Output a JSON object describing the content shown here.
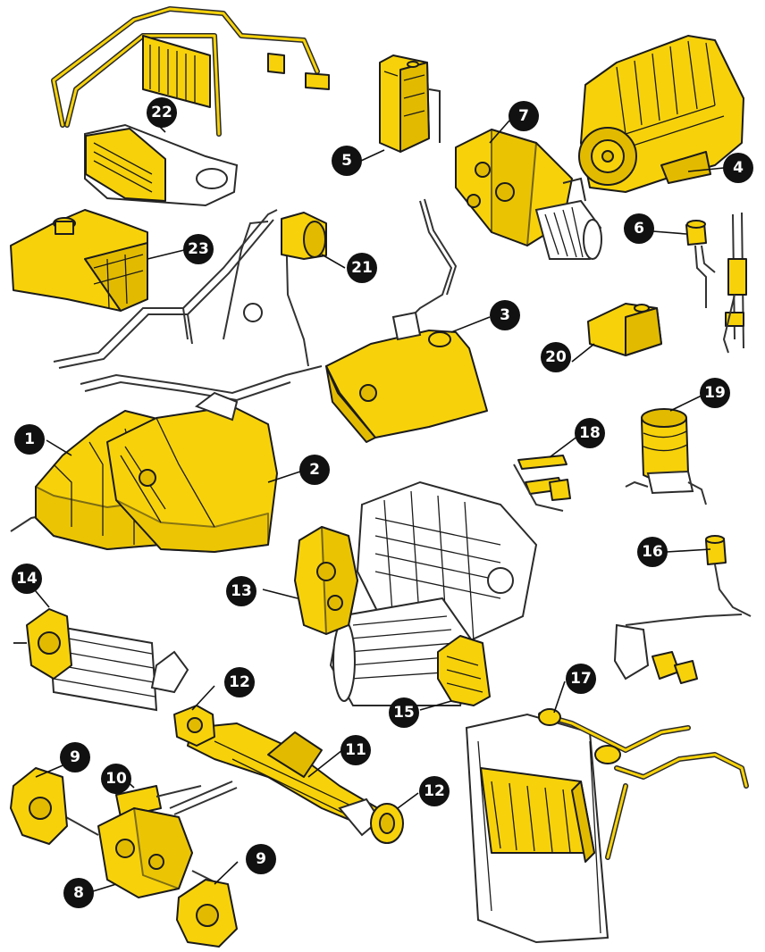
{
  "colors": {
    "part_fill": "#f7d20a",
    "part_shade": "#e2bb00",
    "outline": "#1b1b1b",
    "callout": "#111111",
    "callout_text": "#ffffff"
  },
  "callouts": [
    {
      "id": "c1",
      "label": "1"
    },
    {
      "id": "c2",
      "label": "2"
    },
    {
      "id": "c3",
      "label": "3"
    },
    {
      "id": "c4",
      "label": "4"
    },
    {
      "id": "c5",
      "label": "5"
    },
    {
      "id": "c6",
      "label": "6"
    },
    {
      "id": "c7",
      "label": "7"
    },
    {
      "id": "c8",
      "label": "8"
    },
    {
      "id": "c9a",
      "label": "9"
    },
    {
      "id": "c9b",
      "label": "9"
    },
    {
      "id": "c10",
      "label": "10"
    },
    {
      "id": "c11",
      "label": "11"
    },
    {
      "id": "c12a",
      "label": "12"
    },
    {
      "id": "c12b",
      "label": "12"
    },
    {
      "id": "c13",
      "label": "13"
    },
    {
      "id": "c14",
      "label": "14"
    },
    {
      "id": "c15",
      "label": "15"
    },
    {
      "id": "c16",
      "label": "16"
    },
    {
      "id": "c17",
      "label": "17"
    },
    {
      "id": "c18",
      "label": "18"
    },
    {
      "id": "c19",
      "label": "19"
    },
    {
      "id": "c20",
      "label": "20"
    },
    {
      "id": "c21",
      "label": "21"
    },
    {
      "id": "c22",
      "label": "22"
    },
    {
      "id": "c23",
      "label": "23"
    }
  ]
}
